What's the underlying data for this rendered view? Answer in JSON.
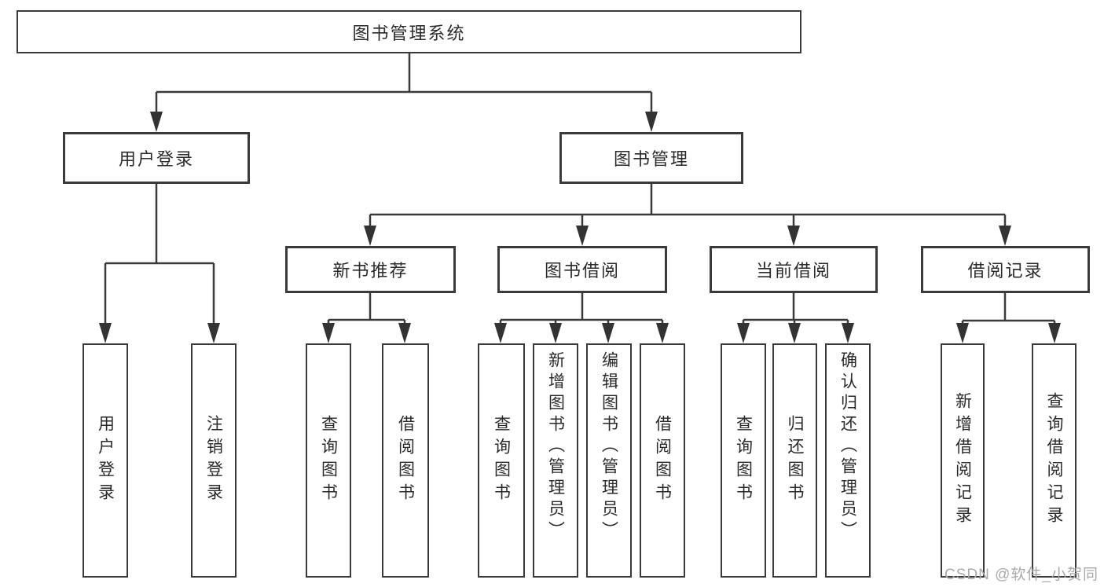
{
  "tree": {
    "label": "图书管理系统",
    "children": [
      {
        "label": "用户登录",
        "children": [
          {
            "label": "用户登录"
          },
          {
            "label": "注销登录"
          }
        ]
      },
      {
        "label": "图书管理",
        "children": [
          {
            "label": "新书推荐",
            "children": [
              {
                "label": "查询图书"
              },
              {
                "label": "借阅图书"
              }
            ]
          },
          {
            "label": "图书借阅",
            "children": [
              {
                "label": "查询图书"
              },
              {
                "label": "新增图书（管理员）"
              },
              {
                "label": "编辑图书（管理员）"
              },
              {
                "label": "借阅图书"
              }
            ]
          },
          {
            "label": "当前借阅",
            "children": [
              {
                "label": "查询图书"
              },
              {
                "label": "归还图书"
              },
              {
                "label": "确认归还（管理员）"
              }
            ]
          },
          {
            "label": "借阅记录",
            "children": [
              {
                "label": "新增借阅记录"
              },
              {
                "label": "查询借阅记录"
              }
            ]
          }
        ]
      }
    ]
  },
  "watermark": "CSDN @软件_小贺同学",
  "colors": {
    "line": "#3a3a3a",
    "box_border": "#3a3a3a",
    "text": "#2a2a2a",
    "background": "#ffffff",
    "watermark": "#a9a9a9"
  }
}
